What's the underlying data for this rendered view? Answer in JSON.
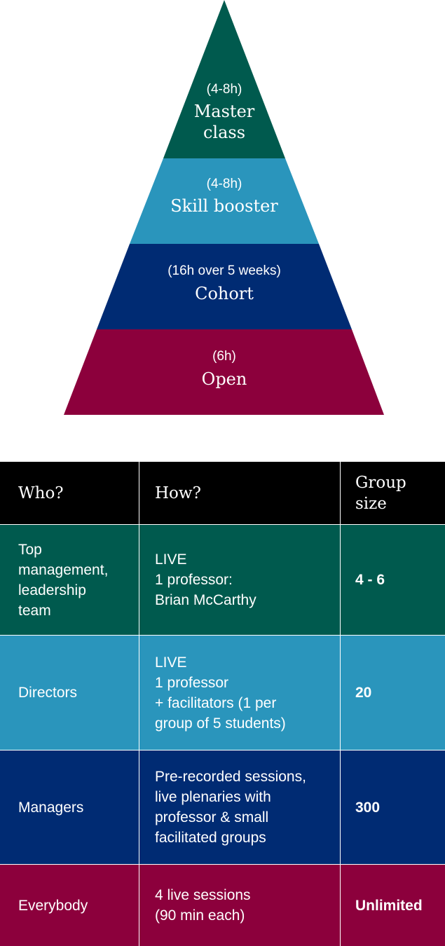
{
  "colors": {
    "masterclass": "#005a4e",
    "skill_booster": "#2a95bc",
    "cohort": "#002b73",
    "open": "#8c003c",
    "header": "#000000"
  },
  "pyramid": {
    "tiers": [
      {
        "duration": "(4-8h)",
        "title_lines": [
          "Master",
          "class"
        ]
      },
      {
        "duration": "(4-8h)",
        "title_lines": [
          "Skill booster"
        ]
      },
      {
        "duration": "(16h over 5 weeks)",
        "title_lines": [
          "Cohort"
        ]
      },
      {
        "duration": "(6h)",
        "title_lines": [
          "Open"
        ]
      }
    ]
  },
  "table": {
    "headers": [
      "Who?",
      "How?",
      "Group\nsize"
    ],
    "rows": [
      {
        "who": "Top\nmanagement,\nleadership\nteam",
        "how": "LIVE\n1 professor:\nBrian McCarthy",
        "size": "4 - 6"
      },
      {
        "who": "Directors",
        "how": "LIVE\n1 professor\n+ facilitators (1 per\ngroup of 5 students)",
        "size": "20"
      },
      {
        "who": "Managers",
        "how": "Pre-recorded sessions,\nlive plenaries with\nprofessor & small\nfacilitated groups",
        "size": "300"
      },
      {
        "who": "Everybody",
        "how": "4 live sessions\n(90 min each)",
        "size": "Unlimited"
      }
    ]
  }
}
